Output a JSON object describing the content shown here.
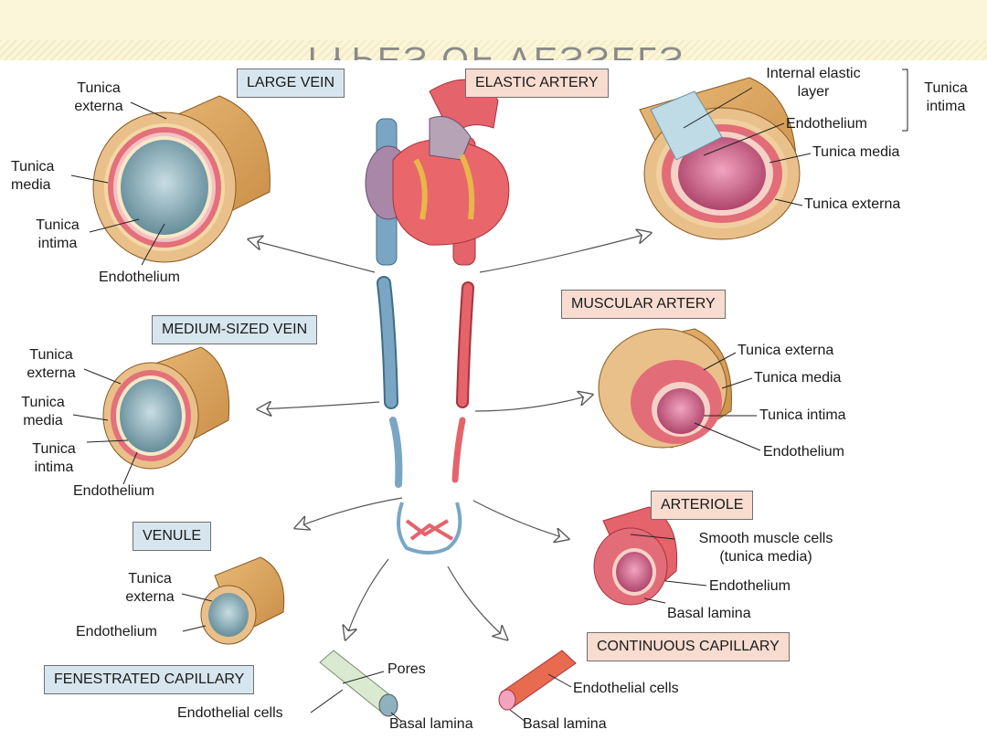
{
  "slide": {
    "title": "TYPES OF VESSELS"
  },
  "boxes": {
    "large_vein": "LARGE VEIN",
    "elastic_artery": "ELASTIC ARTERY",
    "medium_vein": "MEDIUM-SIZED VEIN",
    "muscular_artery": "MUSCULAR ARTERY",
    "venule": "VENULE",
    "arteriole": "ARTERIOLE",
    "fenestrated_capillary": "FENESTRATED CAPILLARY",
    "continuous_capillary": "CONTINUOUS CAPILLARY"
  },
  "labels": {
    "lv_externa": "Tunica\nexterna",
    "lv_media": "Tunica\nmedia",
    "lv_intima": "Tunica\nintima",
    "lv_endothelium": "Endothelium",
    "ea_internal_elastic": "Internal elastic\nlayer",
    "ea_intima": "Tunica\nintima",
    "ea_endothelium": "Endothelium",
    "ea_media": "Tunica media",
    "ea_externa": "Tunica externa",
    "mv_externa": "Tunica\nexterna",
    "mv_media": "Tunica\nmedia",
    "mv_intima": "Tunica\nintima",
    "mv_endothelium": "Endothelium",
    "ma_externa": "Tunica externa",
    "ma_media": "Tunica media",
    "ma_intima": "Tunica intima",
    "ma_endothelium": "Endothelium",
    "vn_externa": "Tunica\nexterna",
    "vn_endothelium": "Endothelium",
    "ar_smooth_muscle": "Smooth muscle cells\n(tunica media)",
    "ar_endothelium": "Endothelium",
    "ar_basal_lamina": "Basal lamina",
    "fc_pores": "Pores",
    "fc_endothelial": "Endothelial cells",
    "fc_basal_lamina": "Basal lamina",
    "cc_endothelial": "Endothelial cells",
    "cc_basal_lamina": "Basal lamina"
  },
  "colors": {
    "vein_blue": "#7aa6c4",
    "artery_red": "#e5636b",
    "vessel_wall_tan": "#d9a463",
    "lumen_vein": "#8fb1bd",
    "lumen_artery": "#c9577c",
    "vein_box": "#d7e6ee",
    "artery_box": "#f8dcd0"
  }
}
